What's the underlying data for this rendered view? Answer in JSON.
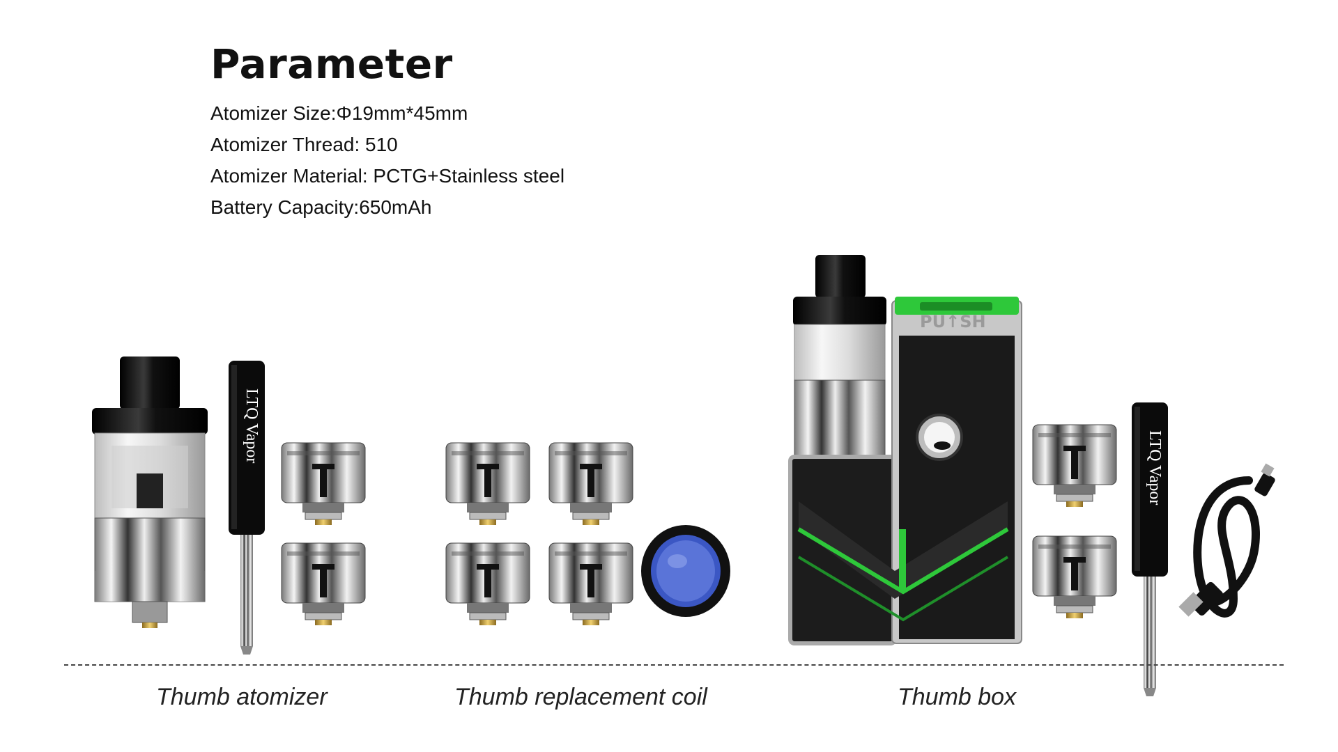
{
  "heading": "Parameter",
  "specs": [
    "Atomizer Size:Φ19mm*45mm",
    "Atomizer Thread: 510",
    "Atomizer Material: PCTG+Stainless steel",
    "Battery Capacity:650mAh"
  ],
  "captions": {
    "atomizer": "Thumb atomizer",
    "coil": "Thumb replacement coil",
    "box": "Thumb box"
  },
  "product_labels": {
    "screwdriver_brand": "LTQ Vapor",
    "box_push": "PU↑SH"
  },
  "colors": {
    "accent_green": "#2ec83a",
    "metal": "#c8c8c8",
    "black": "#111111",
    "coil_blue": "#5a74d8"
  }
}
